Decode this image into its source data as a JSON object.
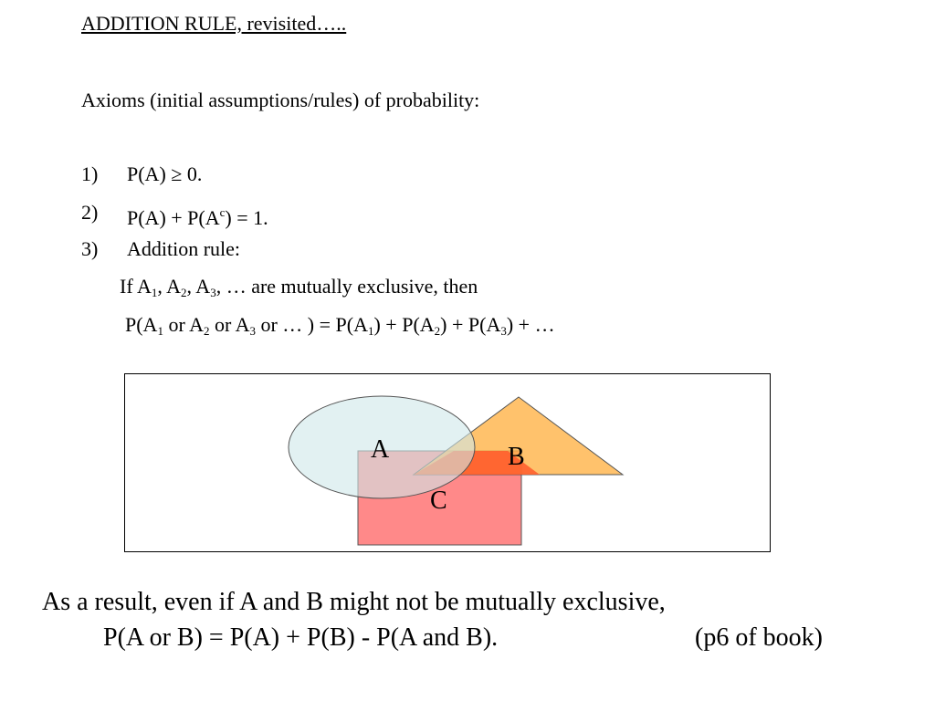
{
  "title": "ADDITION RULE, revisited…..",
  "intro": "Axioms (initial assumptions/rules) of probability:",
  "axioms": [
    {
      "num": "1)",
      "text": "P(A) ≥ 0."
    },
    {
      "num": "2)",
      "pre": "P(A) + P(A",
      "sup": "c",
      "post": ") = 1."
    },
    {
      "num": "3)",
      "text": "Addition rule:"
    }
  ],
  "if_line": {
    "p0": "If A",
    "s1": "1",
    "p1": ", A",
    "s2": "2",
    "p2": ", A",
    "s3": "3",
    "p3": ", … are mutually exclusive, then"
  },
  "formula_line": {
    "p0": "P(A",
    "s1": "1",
    "p1": " or A",
    "s2": "2",
    "p2": " or A",
    "s3": "3",
    "p3": " or … ) = P(A",
    "s4": "1",
    "p4": ") + P(A",
    "s5": "2",
    "p5": ") + P(A",
    "s6": "3",
    "p6": ") + …"
  },
  "diagram": {
    "labels": {
      "a": "A",
      "b": "B",
      "c": "C"
    },
    "colors": {
      "ellipse_fill": "#cfe8ea",
      "triangle_fill": "#ffb347",
      "rect_fill": "#ff6b6b",
      "overlap_fill": "#ff5a2b"
    }
  },
  "result": {
    "line1": "As a result, even if A and B might not be mutually exclusive,",
    "line2": "P(A or B) = P(A) + P(B) - P(A and B).",
    "ref": "(p6 of book)"
  }
}
